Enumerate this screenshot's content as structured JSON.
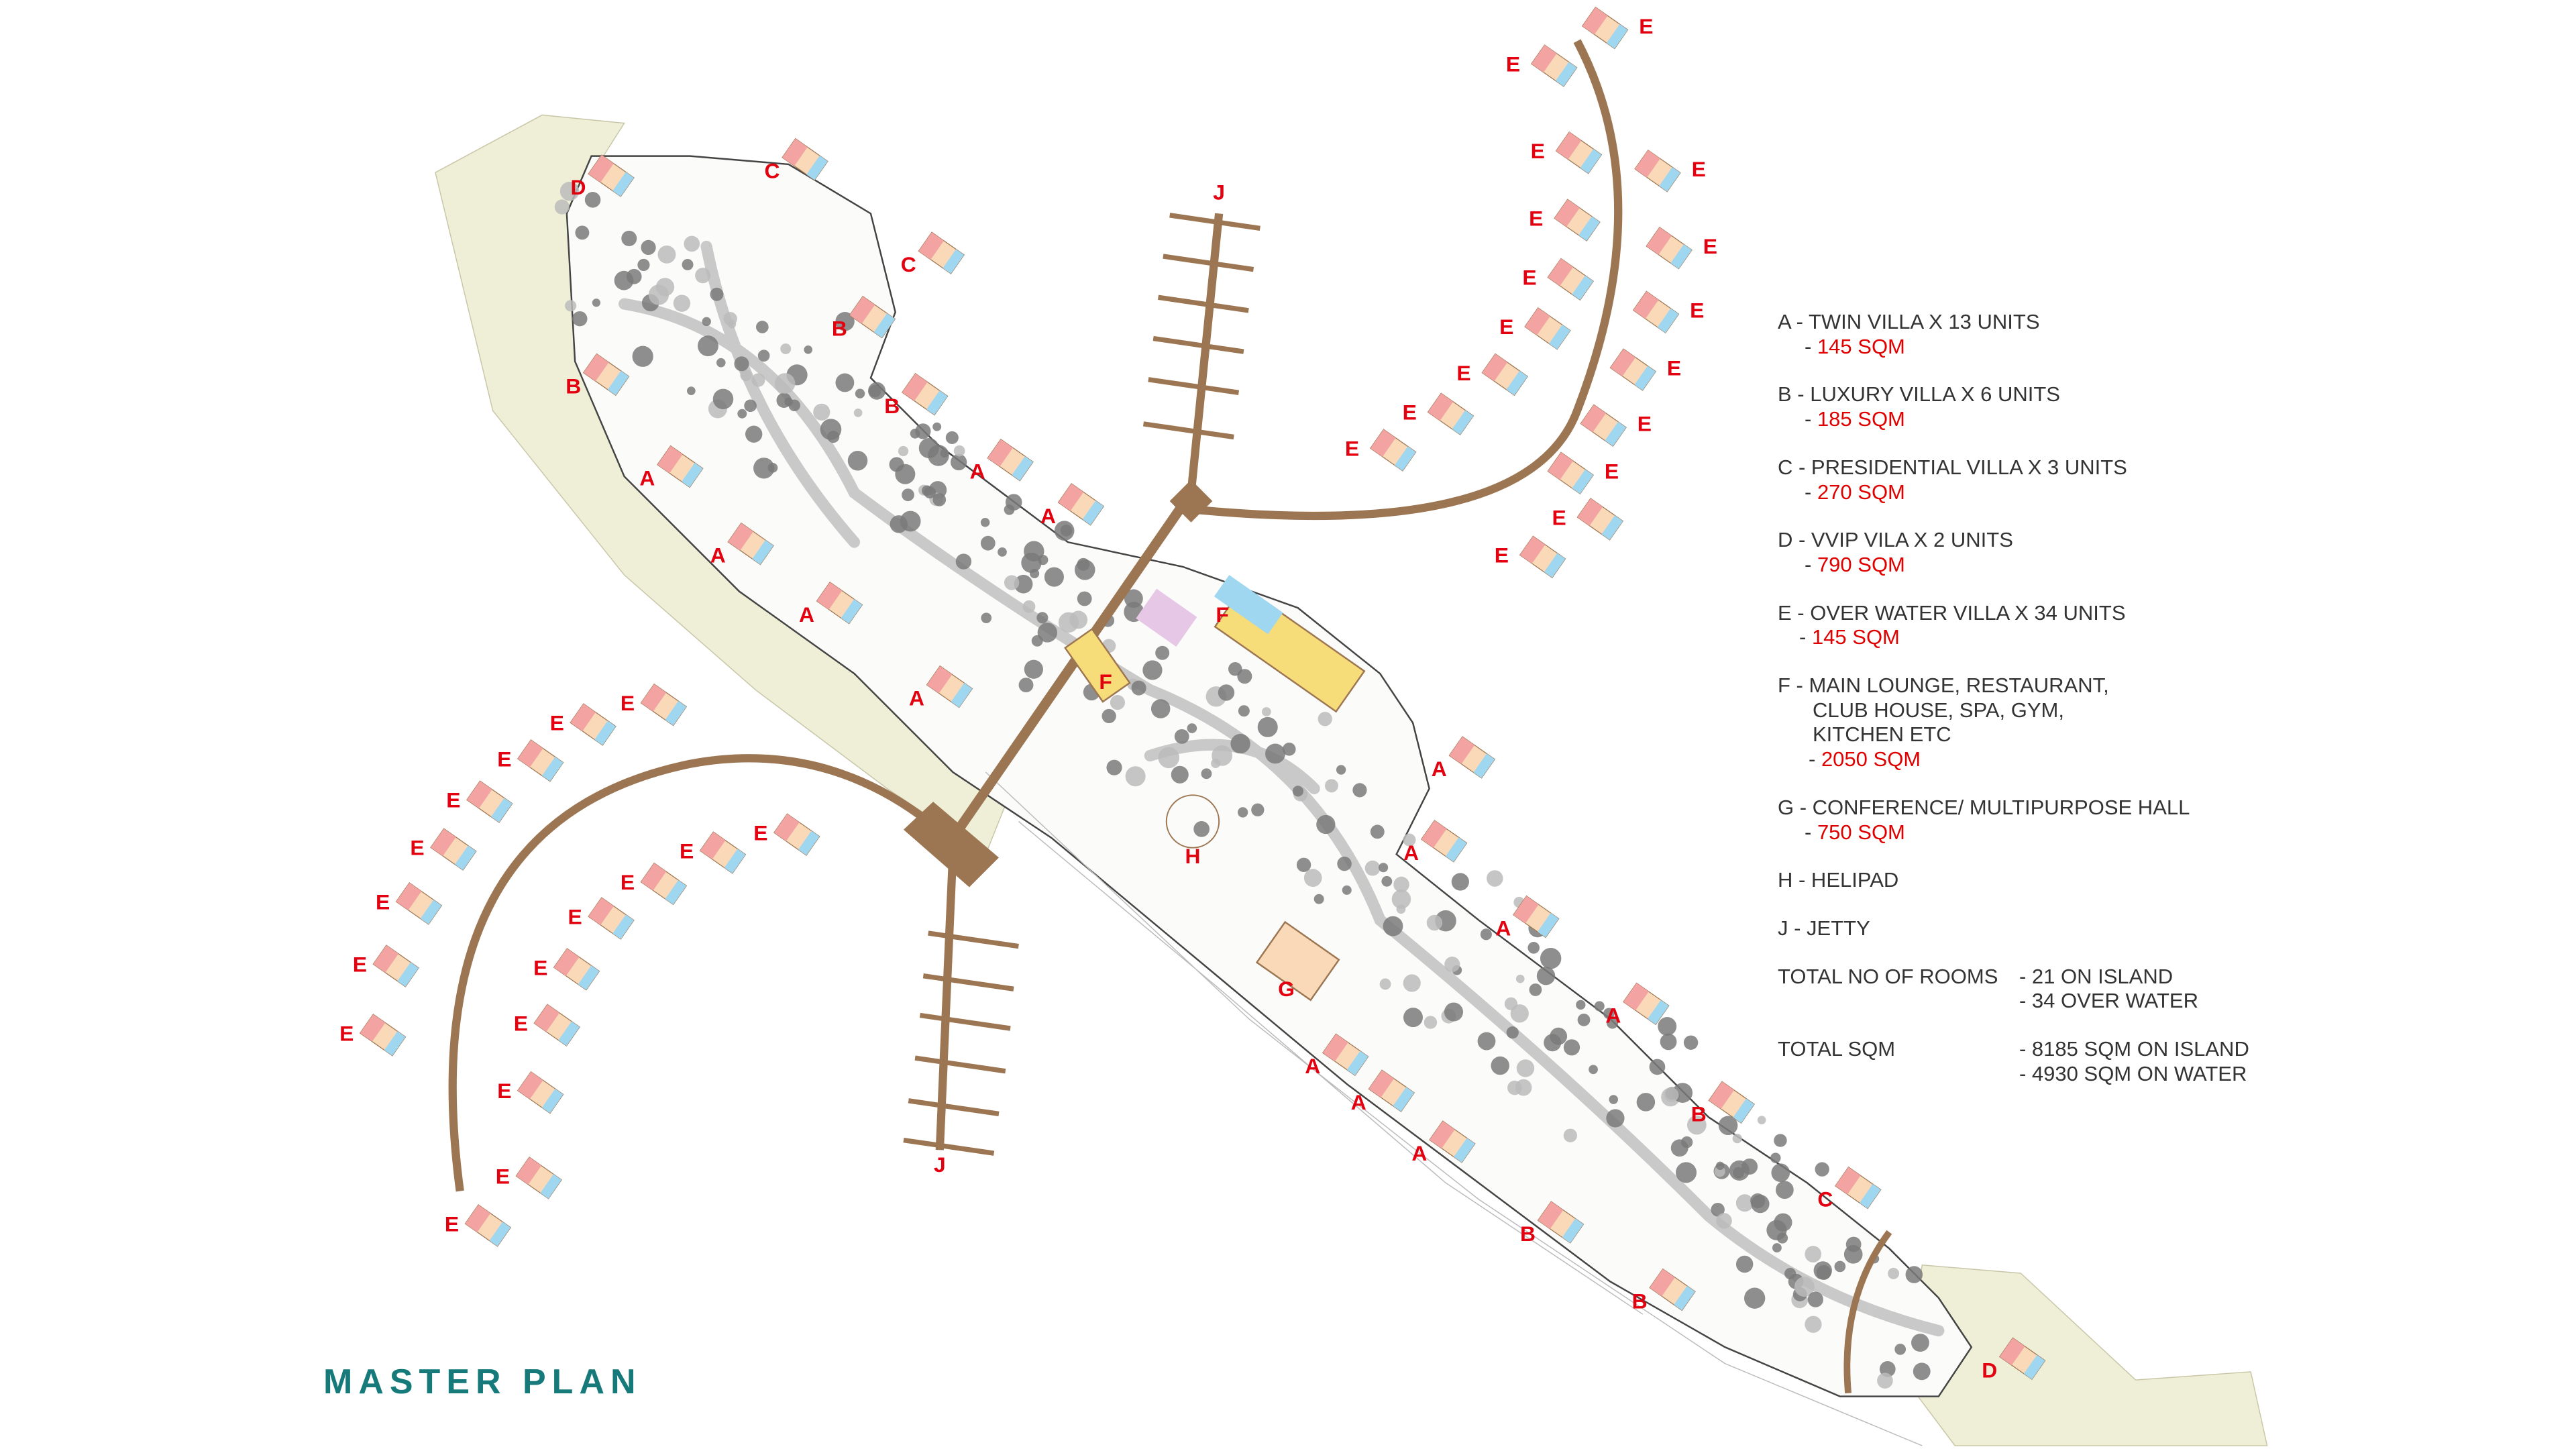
{
  "title": "MASTER PLAN",
  "legend": {
    "A": {
      "name": "A - TWIN VILLA  X 13 UNITS",
      "area": "145 SQM"
    },
    "B": {
      "name": "B - LUXURY VILLA  X 6 UNITS",
      "area": "185 SQM"
    },
    "C": {
      "name": "C - PRESIDENTIAL VILLA  X 3 UNITS",
      "area": "270 SQM"
    },
    "D": {
      "name": "D - VVIP VILA  X 2 UNITS",
      "area": "790 SQM"
    },
    "E": {
      "name": "E - OVER WATER VILLA X 34 UNITS",
      "area": "145 SQM"
    },
    "F": {
      "lines": [
        "F - MAIN LOUNGE, RESTAURANT,",
        "CLUB HOUSE, SPA, GYM,",
        "KITCHEN ETC"
      ],
      "area": "2050 SQM"
    },
    "G": {
      "name": "G - CONFERENCE/ MULTIPURPOSE HALL",
      "area": "750 SQM"
    },
    "H": {
      "name": "H - HELIPAD"
    },
    "J": {
      "name": "J - JETTY"
    },
    "rooms": {
      "label": "TOTAL NO OF ROOMS",
      "island": "- 21 ON ISLAND",
      "water": "- 34 OVER WATER"
    },
    "sqm": {
      "label": "TOTAL SQM",
      "island": "- 8185 SQM ON ISLAND",
      "water": "- 4930 SQM ON WATER"
    }
  },
  "map_labels": [
    "D",
    "C",
    "C",
    "B",
    "B",
    "B",
    "A",
    "A",
    "A",
    "A",
    "A",
    "A",
    "F",
    "F",
    "A",
    "A",
    "H",
    "G",
    "A",
    "A",
    "A",
    "A",
    "A",
    "B",
    "B",
    "C",
    "B",
    "D",
    "J",
    "J",
    "E",
    "E",
    "E",
    "E",
    "E",
    "E",
    "E",
    "E",
    "E",
    "E",
    "E",
    "E",
    "E",
    "E",
    "E",
    "E",
    "E",
    "E",
    "E",
    "E",
    "E",
    "E",
    "E",
    "E",
    "E",
    "E",
    "E",
    "E",
    "E",
    "E",
    "E",
    "E",
    "E",
    "E"
  ],
  "colors": {
    "label": "#e3000f",
    "title": "#16797a",
    "jetty": "#9c7652",
    "beach": "#efeed6"
  }
}
